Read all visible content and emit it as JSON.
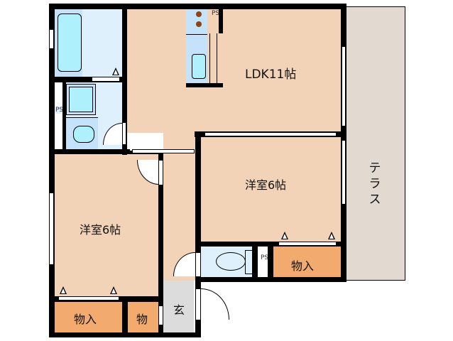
{
  "floor_plan": {
    "rooms": {
      "ldk": {
        "label": "LDK11帖"
      },
      "western_room_right": {
        "label": "洋室6帖"
      },
      "western_room_left": {
        "label": "洋室6帖"
      },
      "terrace": {
        "label": "テラス"
      },
      "storage_right": {
        "label": "物入"
      },
      "storage_bottom_left": {
        "label": "物入"
      },
      "storage_small": {
        "label": "物"
      },
      "entrance": {
        "label": "玄"
      }
    },
    "pipe_spaces": [
      {
        "label": "PS",
        "location": "washroom"
      },
      {
        "label": "PS",
        "location": "kitchen"
      },
      {
        "label": "PS",
        "location": "toilet"
      }
    ],
    "colors": {
      "wood_floor": "#f2d3b8",
      "wet_area": "#dff0fd",
      "storage": "#f2aa6e",
      "entrance": "#dcdcdc",
      "terrace": "#e2d9d0",
      "fixture": "#aef0fb",
      "wall": "#000000"
    }
  }
}
